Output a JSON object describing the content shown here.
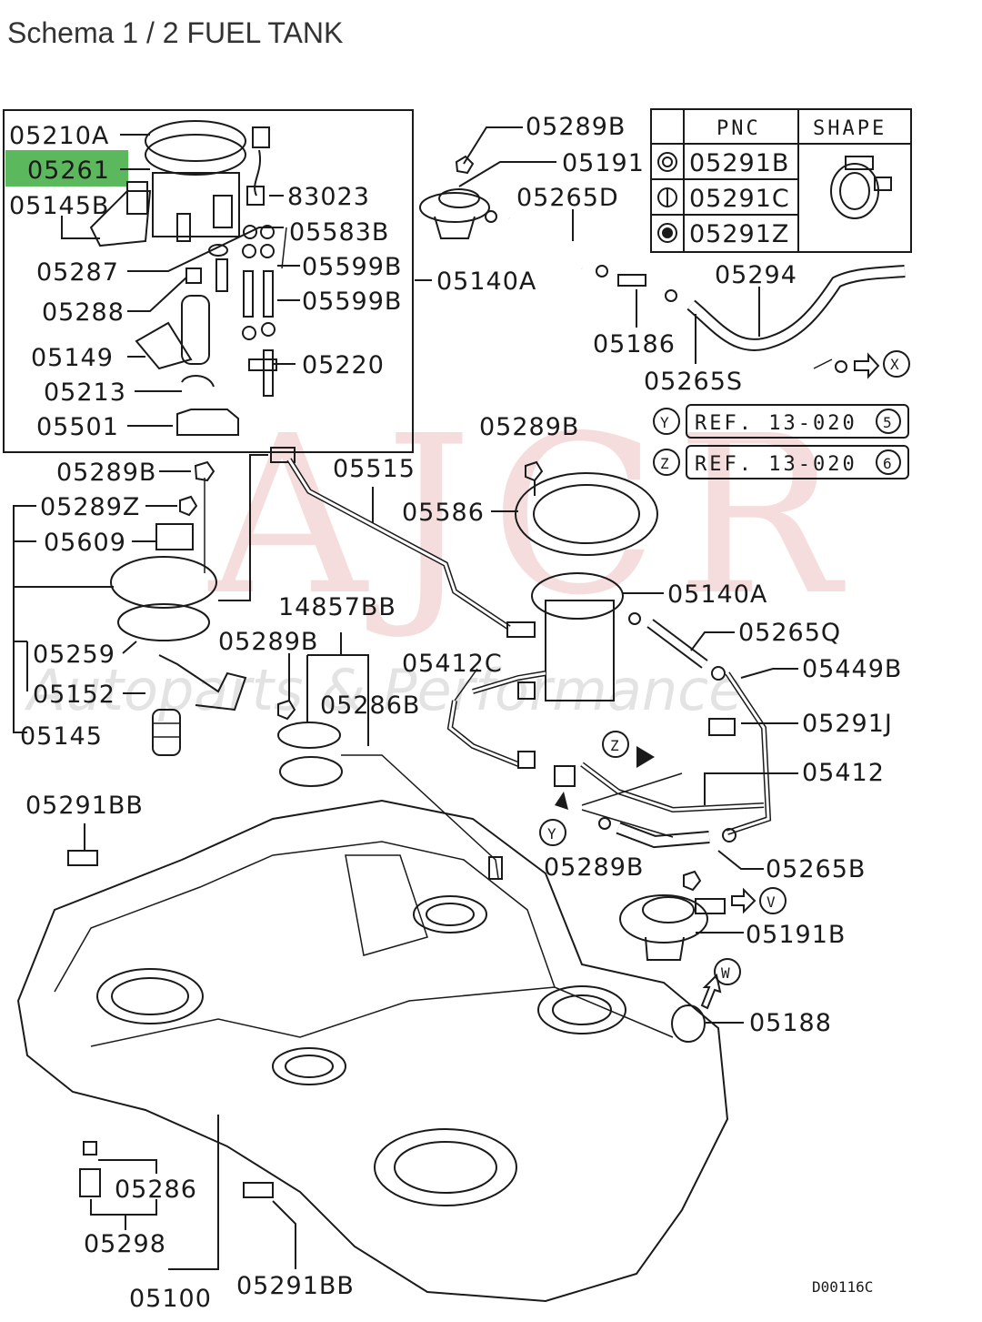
{
  "title": "Schema 1 / 2 FUEL TANK",
  "highlight_color": "#5cb85c",
  "watermark": {
    "main": "AJCR",
    "sub": "Autoparts & Performance"
  },
  "legend": {
    "headers": [
      "PNC",
      "SHAPE"
    ],
    "rows": [
      {
        "symbol": "double-circle",
        "pnc": "05291B"
      },
      {
        "symbol": "half-circle",
        "pnc": "05291C"
      },
      {
        "symbol": "filled-circle",
        "pnc": "05291Z"
      }
    ]
  },
  "refs": [
    {
      "marker": "Y",
      "text": "REF. 13-020",
      "num": "5"
    },
    {
      "marker": "Z",
      "text": "REF. 13-020",
      "num": "6"
    }
  ],
  "markers": {
    "x": "X",
    "y": "Y",
    "z": "Z",
    "v": "V",
    "w": "W"
  },
  "labels": {
    "p05210A": "05210A",
    "p05261": "05261",
    "p05145B": "05145B",
    "p83023": "83023",
    "p05583B": "05583B",
    "p05287": "05287",
    "p05599B_1": "05599B",
    "p05599B_2": "05599B",
    "p05140A_1": "05140A",
    "p05288": "05288",
    "p05149": "05149",
    "p05220": "05220",
    "p05213": "05213",
    "p05501": "05501",
    "p05289B_1": "05289B",
    "p05191": "05191",
    "p05265D": "05265D",
    "p05294": "05294",
    "p05186": "05186",
    "p05265S": "05265S",
    "p05289B_2": "05289B",
    "p05289B_3": "05289B",
    "p05289Z": "05289Z",
    "p05609": "05609",
    "p05515": "05515",
    "p05586": "05586",
    "p05140A_2": "05140A",
    "p14857BB": "14857BB",
    "p05265Q": "05265Q",
    "p05289B_4": "05289B",
    "p05412C": "05412C",
    "p05449B": "05449B",
    "p05259": "05259",
    "p05286B": "05286B",
    "p05152": "05152",
    "p05291J": "05291J",
    "p05145": "05145",
    "p05412": "05412",
    "p05291BB_1": "05291BB",
    "p05289B_5": "05289B",
    "p05265B": "05265B",
    "p05191B": "05191B",
    "p05188": "05188",
    "p05286": "05286",
    "p05298": "05298",
    "p05100": "05100",
    "p05291BB_2": "05291BB",
    "drawing_no": "D00116C"
  }
}
